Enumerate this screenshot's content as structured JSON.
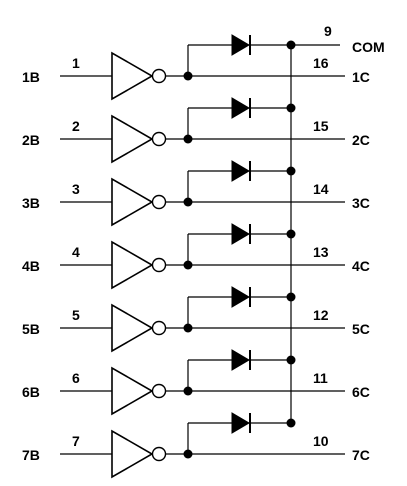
{
  "common": {
    "pin": "9",
    "label": "COM"
  },
  "channels": [
    {
      "in_name": "1B",
      "in_pin": "1",
      "out_pin": "16",
      "out_name": "1C"
    },
    {
      "in_name": "2B",
      "in_pin": "2",
      "out_pin": "15",
      "out_name": "2C"
    },
    {
      "in_name": "3B",
      "in_pin": "3",
      "out_pin": "14",
      "out_name": "3C"
    },
    {
      "in_name": "4B",
      "in_pin": "4",
      "out_pin": "13",
      "out_name": "4C"
    },
    {
      "in_name": "5B",
      "in_pin": "5",
      "out_pin": "12",
      "out_name": "5C"
    },
    {
      "in_name": "6B",
      "in_pin": "6",
      "out_pin": "11",
      "out_name": "6C"
    },
    {
      "in_name": "7B",
      "in_pin": "7",
      "out_pin": "10",
      "out_name": "7C"
    }
  ]
}
